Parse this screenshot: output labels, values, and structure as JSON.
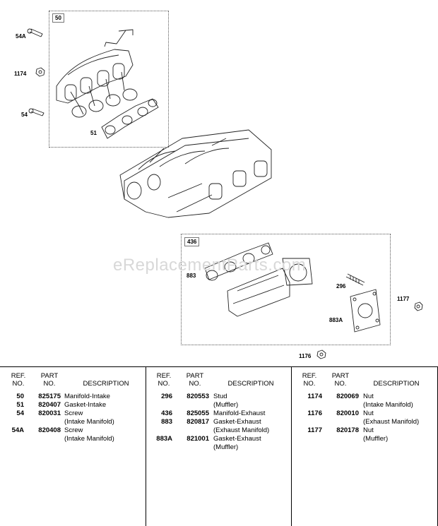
{
  "watermark": "eReplacementParts.com",
  "groups": [
    {
      "tag": "50"
    },
    {
      "tag": "436"
    }
  ],
  "callouts": {
    "c54A": "54A",
    "c1174": "1174",
    "c54": "54",
    "c51": "51",
    "c883": "883",
    "c296": "296",
    "c883A": "883A",
    "c1177": "1177",
    "c1176": "1176"
  },
  "table": {
    "headers": {
      "ref": [
        "REF.",
        "NO."
      ],
      "part": [
        "PART",
        "NO."
      ],
      "desc": "DESCRIPTION"
    },
    "columns": [
      {
        "rows": [
          {
            "ref": "50",
            "part": "825175",
            "desc": [
              "Manifold-Intake"
            ]
          },
          {
            "ref": "51",
            "part": "820407",
            "desc": [
              "Gasket-Intake"
            ]
          },
          {
            "ref": "54",
            "part": "820031",
            "desc": [
              "Screw",
              "(Intake Manifold)"
            ]
          },
          {
            "ref": "54A",
            "part": "820408",
            "desc": [
              "Screw",
              "(Intake Manifold)"
            ]
          }
        ]
      },
      {
        "rows": [
          {
            "ref": "296",
            "part": "820553",
            "desc": [
              "Stud",
              "(Muffler)"
            ]
          },
          {
            "ref": "436",
            "part": "825055",
            "desc": [
              "Manifold-Exhaust"
            ]
          },
          {
            "ref": "883",
            "part": "820817",
            "desc": [
              "Gasket-Exhaust",
              "(Exhaust Manifold)"
            ]
          },
          {
            "ref": "883A",
            "part": "821001",
            "desc": [
              "Gasket-Exhaust",
              "(Muffler)"
            ]
          }
        ]
      },
      {
        "rows": [
          {
            "ref": "1174",
            "part": "820069",
            "desc": [
              "Nut",
              "(Intake Manifold)"
            ]
          },
          {
            "ref": "1176",
            "part": "820010",
            "desc": [
              "Nut",
              "(Exhaust Manifold)"
            ]
          },
          {
            "ref": "1177",
            "part": "820178",
            "desc": [
              "Nut",
              "(Muffler)"
            ]
          }
        ]
      }
    ]
  }
}
